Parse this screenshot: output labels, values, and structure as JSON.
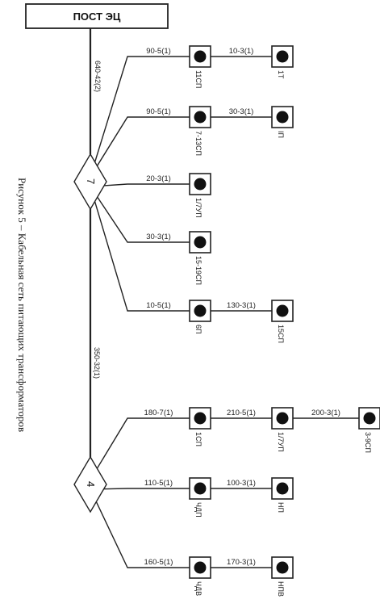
{
  "post": {
    "label": "ПОСТ ЭЦ"
  },
  "caption": "Рисунок 5 – Кабельная сеть питающих трансформаторов",
  "trunk_cables": {
    "upper": "640-42(2)",
    "lower": "350-32(1)"
  },
  "junctions": [
    {
      "label": "7"
    },
    {
      "label": "4"
    }
  ],
  "branches": [
    {
      "junction": 0,
      "cable": "90-5(1)",
      "nodes": [
        {
          "label": "11СП",
          "next_cable": "10-3(1)"
        },
        {
          "label": "1Т"
        }
      ]
    },
    {
      "junction": 0,
      "cable": "90-5(1)",
      "nodes": [
        {
          "label": "7-13СП",
          "next_cable": "30-3(1)"
        },
        {
          "label": "IП"
        }
      ]
    },
    {
      "junction": 0,
      "cable": "20-3(1)",
      "nodes": [
        {
          "label": "1/7УП"
        }
      ]
    },
    {
      "junction": 0,
      "cable": "30-3(1)",
      "nodes": [
        {
          "label": "15-19СП"
        }
      ]
    },
    {
      "junction": 0,
      "cable": "10-5(1)",
      "nodes": [
        {
          "label": "6П",
          "next_cable": "130-3(1)"
        },
        {
          "label": "15СП"
        }
      ]
    },
    {
      "junction": 1,
      "cable": "180-7(1)",
      "nodes": [
        {
          "label": "1СП",
          "next_cable": "210-5(1)"
        },
        {
          "label": "1/7УП",
          "next_cable": "200-3(1)"
        },
        {
          "label": "3-9СП"
        }
      ]
    },
    {
      "junction": 1,
      "cable": "110-5(1)",
      "nodes": [
        {
          "label": "ЧДП",
          "next_cable": "100-3(1)"
        },
        {
          "label": "НП"
        }
      ]
    },
    {
      "junction": 1,
      "cable": "160-5(1)",
      "nodes": [
        {
          "label": "ЧДВ",
          "next_cable": "170-3(1)"
        },
        {
          "label": "НПВ"
        }
      ]
    }
  ]
}
